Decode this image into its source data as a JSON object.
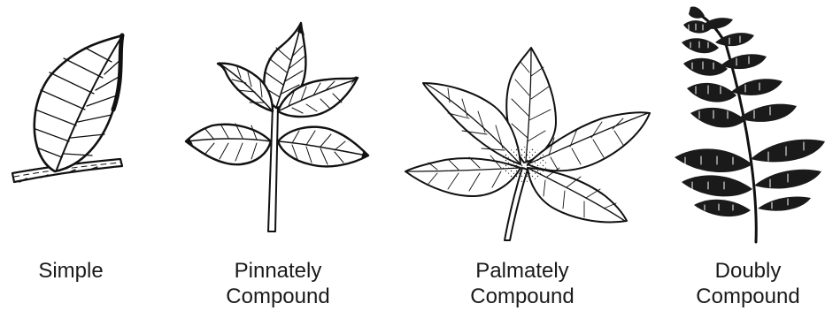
{
  "leaf_types": [
    {
      "id": "simple",
      "lines": [
        "Simple"
      ]
    },
    {
      "id": "pinnate",
      "lines": [
        "Pinnately",
        "Compound"
      ]
    },
    {
      "id": "palmate",
      "lines": [
        "Palmately",
        "Compound"
      ]
    },
    {
      "id": "bipinnate",
      "lines": [
        "Doubly",
        "Compound"
      ]
    }
  ]
}
